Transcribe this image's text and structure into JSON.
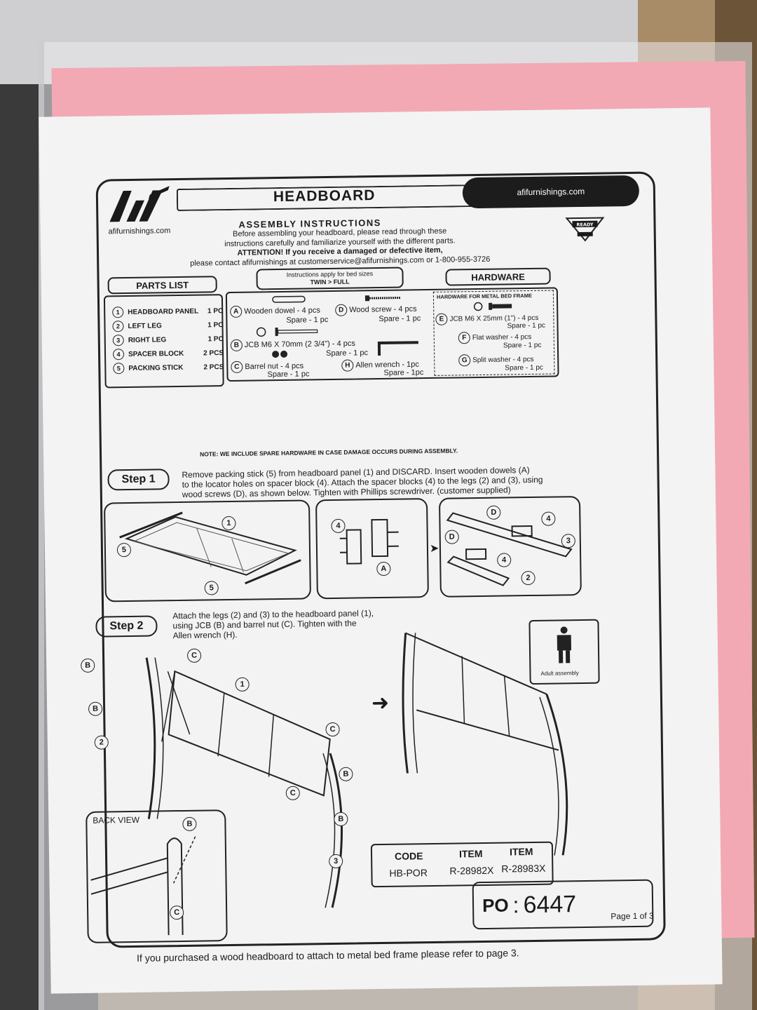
{
  "header": {
    "title": "HEADBOARD",
    "website": "afifurnishings.com",
    "logo_text": "AFi",
    "logo_url": "afifurnishings.com",
    "ready_badge": "READY TO ASSEMBLE"
  },
  "intro": {
    "heading": "ASSEMBLY INSTRUCTIONS",
    "line1": "Before assembling your headboard, please read through these",
    "line2": "instructions carefully and familiarize yourself with the different parts.",
    "line3": "ATTENTION! If you receive a damaged or defective item,",
    "line4": "please contact afifurnishings at customerservice@afifurnishings.com or 1-800-955-3726"
  },
  "parts_list": {
    "title": "PARTS LIST",
    "items": [
      {
        "num": "1",
        "name": "HEADBOARD PANEL",
        "qty": "1 PC"
      },
      {
        "num": "2",
        "name": "LEFT LEG",
        "qty": "1 PC"
      },
      {
        "num": "3",
        "name": "RIGHT LEG",
        "qty": "1 PC"
      },
      {
        "num": "4",
        "name": "SPACER BLOCK",
        "qty": "2 PCS"
      },
      {
        "num": "5",
        "name": "PACKING STICK",
        "qty": "2 PCS"
      }
    ]
  },
  "sizes": {
    "line1": "Instructions apply for bed sizes",
    "line2": "TWIN > FULL"
  },
  "hardware": {
    "title": "HARDWARE",
    "metal_frame_title": "HARDWARE FOR METAL BED FRAME",
    "A": {
      "letter": "A",
      "name": "Wooden dowel - 4 pcs",
      "spare": "Spare - 1 pc"
    },
    "B": {
      "letter": "B",
      "name": "JCB M6 X 70mm (2 3/4\") - 4 pcs",
      "spare": "Spare - 1 pc"
    },
    "C": {
      "letter": "C",
      "name": "Barrel nut - 4 pcs",
      "spare": "Spare - 1 pc"
    },
    "D": {
      "letter": "D",
      "name": "Wood screw - 4 pcs",
      "spare": "Spare - 1 pc"
    },
    "H": {
      "letter": "H",
      "name": "Allen wrench - 1pc",
      "spare": "Spare - 1pc"
    },
    "E": {
      "letter": "E",
      "name": "JCB M6 X 25mm (1\") - 4 pcs",
      "spare": "Spare - 1 pc"
    },
    "F": {
      "letter": "F",
      "name": "Flat washer - 4 pcs",
      "spare": "Spare - 1 pc"
    },
    "G": {
      "letter": "G",
      "name": "Split washer - 4 pcs",
      "spare": "Spare - 1 pc"
    },
    "note": "NOTE: WE INCLUDE SPARE HARDWARE IN CASE DAMAGE OCCURS DURING ASSEMBLY."
  },
  "step1": {
    "label": "Step 1",
    "text1": "Remove packing stick (5) from headboard panel (1) and DISCARD. Insert wooden dowels (A)",
    "text2": "to the locator holes on spacer block (4). Attach the spacer blocks (4) to the legs (2) and (3), using",
    "text3": "wood screws (D), as shown below. Tighten with Phillips screwdriver. (customer supplied)"
  },
  "step2": {
    "label": "Step 2",
    "text1": "Attach the legs (2) and (3) to the headboard panel (1),",
    "text2": "using JCB (B) and barrel nut (C). Tighten with the",
    "text3": "Allen wrench (H).",
    "back_view": "BACK VIEW",
    "adult": "Adult assembly"
  },
  "callouts": {
    "one": "1",
    "two": "2",
    "three": "3",
    "four": "4",
    "five": "5",
    "A": "A",
    "B": "B",
    "C": "C",
    "D": "D"
  },
  "codes": {
    "h_code": "CODE",
    "h_item1": "ITEM",
    "h_item2": "ITEM",
    "code": "HB-POR",
    "item1": "R-28982X",
    "item2": "R-28983X"
  },
  "po": {
    "label": "PO",
    "value": "6447"
  },
  "footer": {
    "text": "If you purchased a wood headboard to attach to metal bed frame please refer to page 3.",
    "page": "Page 1 of 3"
  }
}
